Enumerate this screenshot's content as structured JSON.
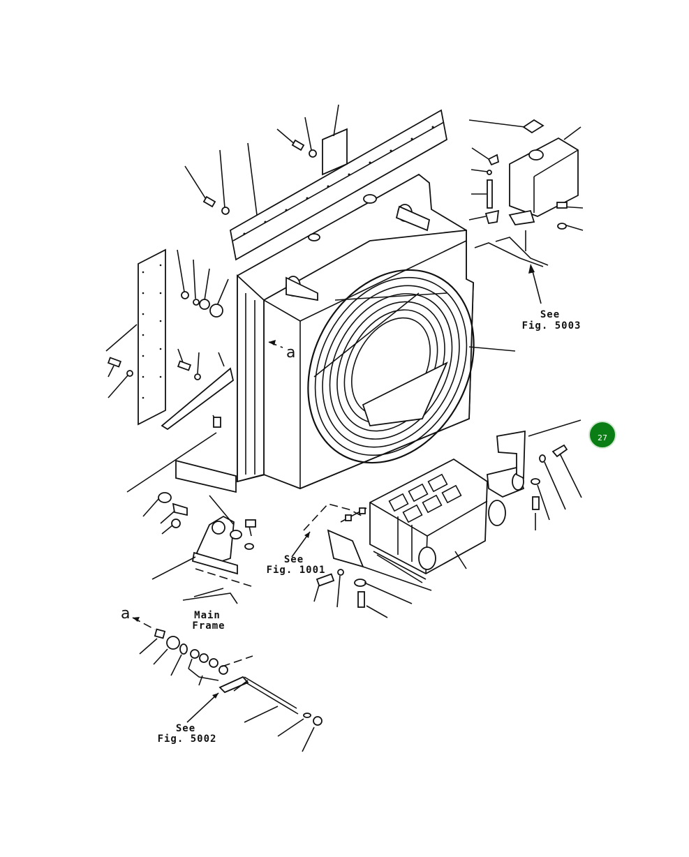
{
  "labels": {
    "see_5003_line1": "See",
    "see_5003_line2": "Fig. 5003",
    "see_1001_line1": "See",
    "see_1001_line2": "Fig. 1001",
    "see_5002_line1": "See",
    "see_5002_line2": "Fig. 5002",
    "main_frame_line1": "Main",
    "main_frame_line2": "Frame",
    "callout_a_top": "a",
    "callout_a_bottom": "a"
  },
  "badge": {
    "number": "27",
    "color": "#0a7d14"
  }
}
